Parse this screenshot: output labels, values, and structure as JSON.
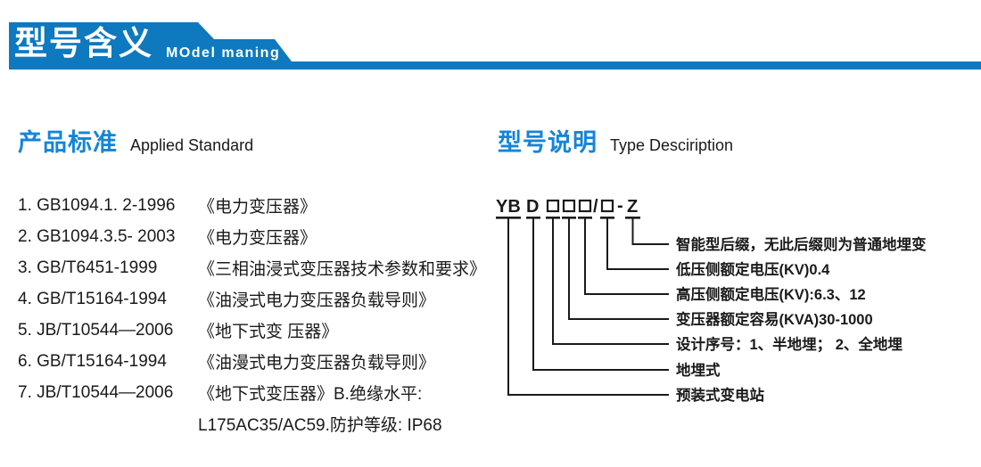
{
  "banner": {
    "title": "型号含义",
    "subtitle": "MOdel maning"
  },
  "left": {
    "heading": {
      "zh": "产品标准",
      "en": "Applied Standard"
    },
    "standards": [
      {
        "code": "1. GB1094.1. 2-1996",
        "title": "《电力变压器》"
      },
      {
        "code": "2. GB1094.3.5- 2003",
        "title": "《电力变压器》"
      },
      {
        "code": "3. GB/T6451-1999",
        "title": "《三相油浸式变压器技术参数和要求》"
      },
      {
        "code": "4. GB/T15164-1994",
        "title": "《油浸式电力变压器负载导则》"
      },
      {
        "code": "5. JB/T10544—2006",
        "title": "《地下式变 压器》"
      },
      {
        "code": "6. GB/T15164-1994",
        "title": "《油漫式电力变压器负载导则》"
      },
      {
        "code": "7. JB/T10544—2006",
        "title": "《地下式变压器》B.绝缘水平:"
      },
      {
        "code": "",
        "title": "L175AC35/AC59.防护等级: IP68"
      }
    ]
  },
  "right": {
    "heading": {
      "zh": "型号说明",
      "en": "Type Desciription"
    },
    "model_code": {
      "prefix": "YB",
      "second": "D",
      "slash": "/",
      "dash": "-",
      "suffix": "Z"
    },
    "labels": [
      "智能型后缀，无此后缀则为普通地埋变",
      "低压侧额定电压(KV)0.4",
      "高压侧额定电压(KV):6.3、12",
      "变压器额定容易(KVA)30-1000",
      "设计序号：1、半地埋； 2、全地埋",
      "地埋式",
      "预装式变电站"
    ]
  },
  "colors": {
    "banner_blue": "#0e79bf",
    "heading_blue": "#1585d8",
    "text": "#1a1a1a"
  }
}
